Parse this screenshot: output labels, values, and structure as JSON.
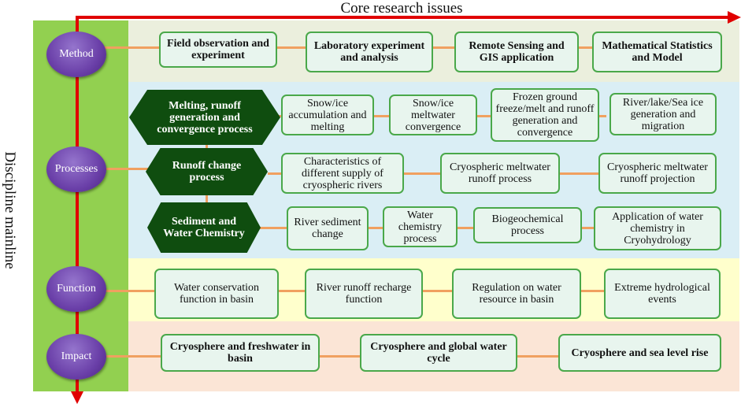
{
  "axes": {
    "top_label": "Core research issues",
    "left_label": "Discipline mainline"
  },
  "rows": {
    "method": {
      "label": "Method",
      "items": [
        "Field observation and experiment",
        "Laboratory experiment and analysis",
        "Remote Sensing and GIS application",
        "Mathematical Statistics and Model"
      ]
    },
    "processes": {
      "label": "Processes",
      "melting": {
        "title": "Melting, runoff generation and convergence process",
        "items": [
          "Snow/ice accumulation and melting",
          "Snow/ice meltwater convergence",
          "Frozen ground freeze/melt and runoff generation and convergence",
          "River/lake/Sea ice generation and migration"
        ]
      },
      "runoff": {
        "title": "Runoff change process",
        "items": [
          "Characteristics of different supply of cryospheric rivers",
          "Cryospheric meltwater runoff process",
          "Cryospheric meltwater runoff projection"
        ]
      },
      "sediment": {
        "title": "Sediment and Water Chemistry",
        "items": [
          "River sediment change",
          "Water chemistry process",
          "Biogeochemical process",
          "Application of water chemistry in Cryohydrology"
        ]
      }
    },
    "function": {
      "label": "Function",
      "items": [
        "Water conservation function in basin",
        "River runoff recharge function",
        "Regulation on water resource in basin",
        "Extreme hydrological events"
      ]
    },
    "impact": {
      "label": "Impact",
      "items": [
        "Cryosphere and freshwater in basin",
        "Cryosphere and global water cycle",
        "Cryosphere and sea level rise"
      ]
    }
  },
  "colors": {
    "axis_arrow": "#e00000",
    "label_column": "#92d050",
    "node_oval": "#6a3fa8",
    "process_hexagon": "#0f4d0f",
    "box_border": "#4aa84a",
    "connector": "#f0a060"
  }
}
